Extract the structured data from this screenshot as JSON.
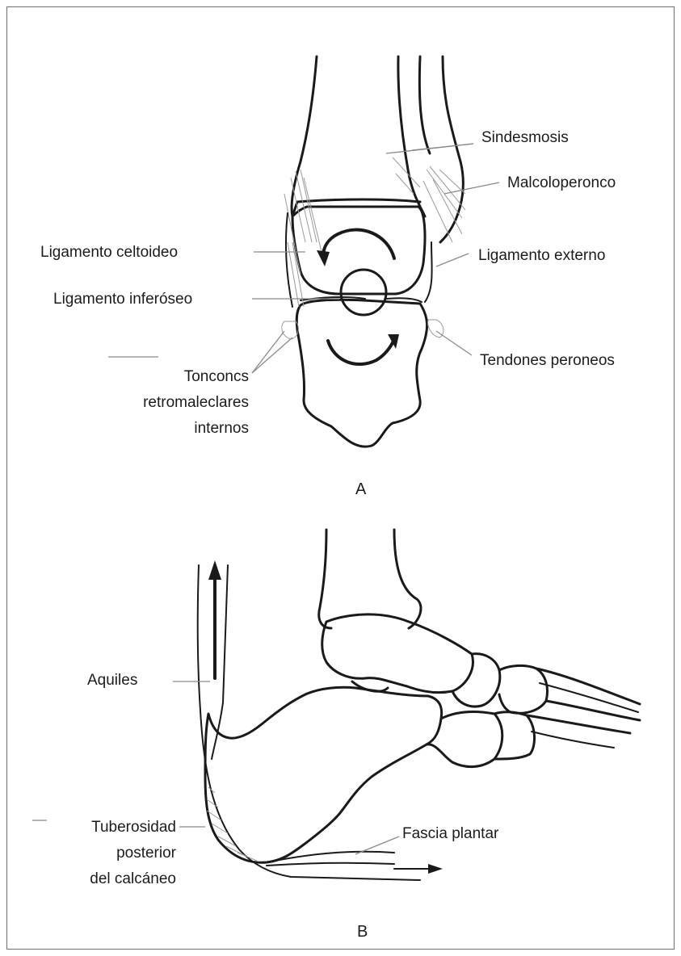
{
  "figure": {
    "panel_a": {
      "caption": "A",
      "labels": {
        "sindesmosis": "Sindesmosis",
        "malcoloperoneo": "Malcoloperonco",
        "ligamento_deltoideo": "Ligamento celtoideo",
        "ligamento_externo": "Ligamento externo",
        "ligamento_interoseo": "Ligamento inferóseo",
        "tendones_peroneos": "Tendones peroneos",
        "tendones_retro_1": "Tonconcs",
        "tendones_retro_2": "retromaleclares",
        "tendones_retro_3": "internos"
      }
    },
    "panel_b": {
      "caption": "B",
      "labels": {
        "aquiles": "Aquiles",
        "fascia_plantar": "Fascia plantar",
        "tuberosidad_1": "Tuberosidad",
        "tuberosidad_2": "posterior",
        "tuberosidad_3": "del calcáneo"
      }
    }
  }
}
